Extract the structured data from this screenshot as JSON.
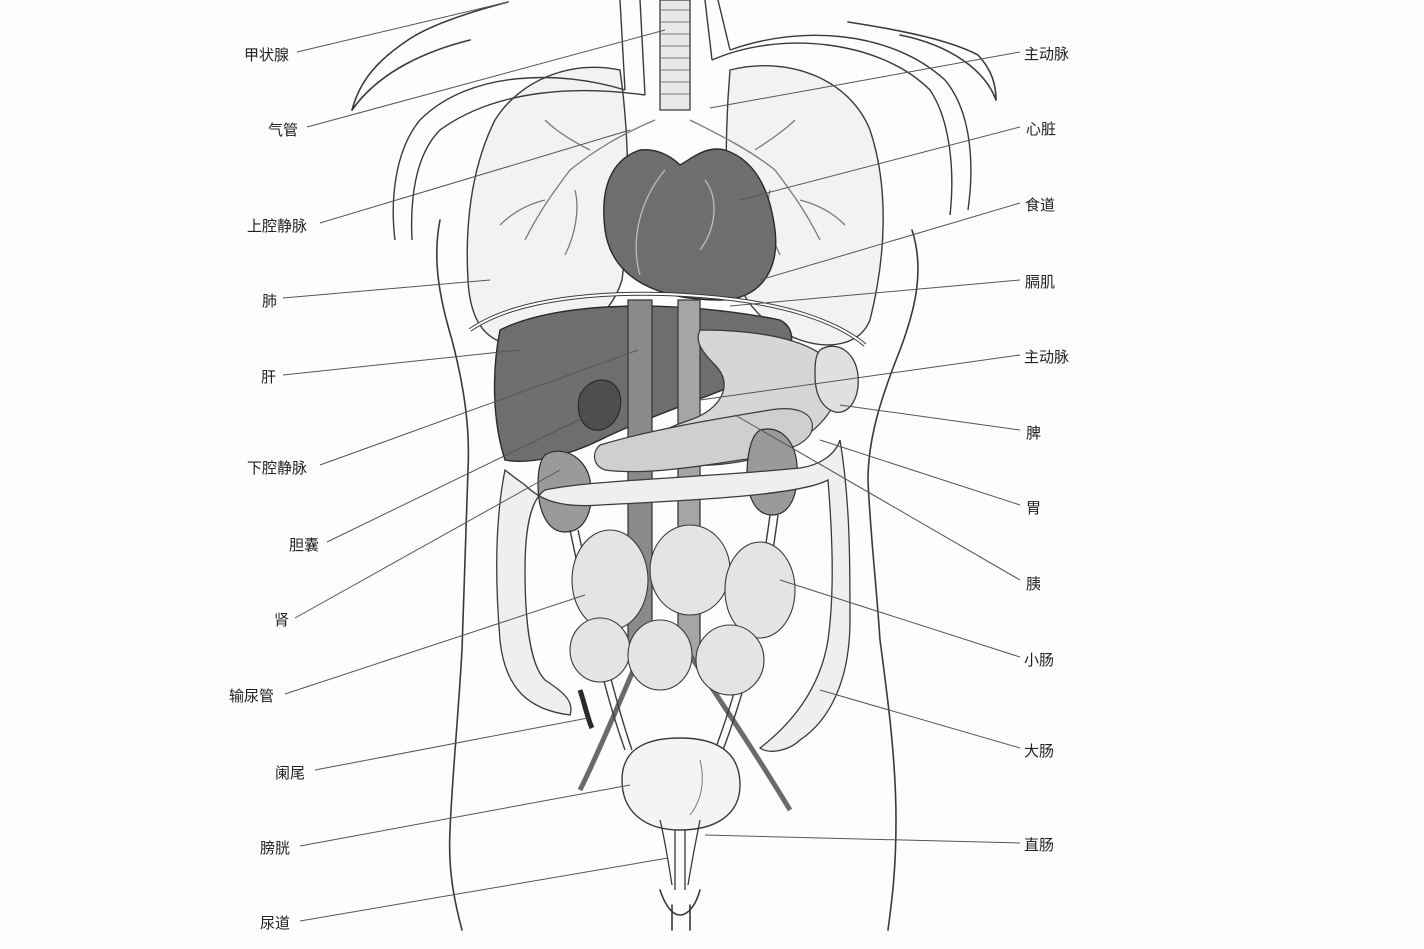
{
  "labels": {
    "left": [
      "甲状腺",
      "气管",
      "上腔静脉",
      "肺",
      "肝",
      "下腔静脉",
      "胆囊",
      "肾",
      "输尿管",
      "阑尾",
      "膀胱",
      "尿道"
    ],
    "right": [
      "主动脉",
      "心脏",
      "食道",
      "膈肌",
      "主动脉",
      "脾",
      "胃",
      "胰",
      "小肠",
      "大肠",
      "直肠"
    ]
  },
  "colors": {
    "line": "#3a3a3a",
    "organ_dark": "#6e6e6e",
    "organ_mid": "#9a9a9a",
    "organ_light": "#e6e6e6",
    "label": "#222222"
  }
}
